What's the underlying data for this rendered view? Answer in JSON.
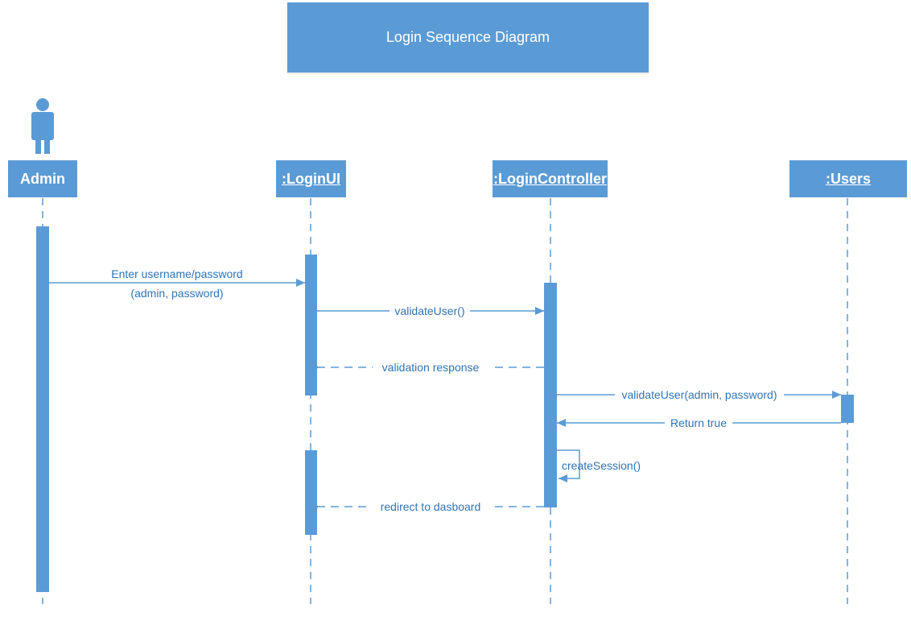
{
  "title": "Login Sequence Diagram",
  "participants": [
    {
      "id": "admin",
      "label": "Admin",
      "underlined": false,
      "kind": "actor"
    },
    {
      "id": "loginui",
      "label": ":LoginUI",
      "underlined": true,
      "kind": "object"
    },
    {
      "id": "logincontroller",
      "label": ":LoginController",
      "underlined": true,
      "kind": "object"
    },
    {
      "id": "users",
      "label": ":Users",
      "underlined": true,
      "kind": "object"
    }
  ],
  "messages": [
    {
      "from": "admin",
      "to": "loginui",
      "label_line1": "Enter username/password",
      "label_line2": "(admin, password)",
      "type": "sync"
    },
    {
      "from": "loginui",
      "to": "logincontroller",
      "label_line1": "validateUser()",
      "type": "sync"
    },
    {
      "from": "logincontroller",
      "to": "loginui",
      "label_line1": "validation response",
      "type": "return"
    },
    {
      "from": "logincontroller",
      "to": "users",
      "label_line1": "validateUser(admin, password)",
      "type": "sync"
    },
    {
      "from": "users",
      "to": "logincontroller",
      "label_line1": "Return true",
      "type": "sync"
    },
    {
      "from": "logincontroller",
      "to": "logincontroller",
      "label_line1": "createSession()",
      "type": "self"
    },
    {
      "from": "logincontroller",
      "to": "loginui",
      "label_line1": "redirect to dasboard",
      "type": "return"
    }
  ],
  "colors": {
    "accent": "#5b9bd5",
    "text_on_accent": "#ffffff",
    "message_text": "#2e75b6"
  }
}
